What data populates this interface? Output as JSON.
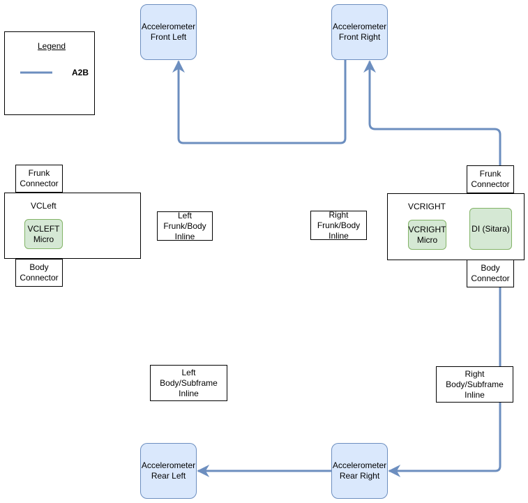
{
  "legend": {
    "title": "Legend",
    "line_label": "A2B",
    "line_color": "#6c8ebf"
  },
  "accelerometers": {
    "front_left": "Accelerometer\nFront Left",
    "front_right": "Accelerometer\nFront Right",
    "rear_left": "Accelerometer\nRear Left",
    "rear_right": "Accelerometer\nRear Right"
  },
  "vcleft": {
    "title": "VCLeft",
    "micro": "VCLEFT\nMicro",
    "frunk_connector": "Frunk\nConnector",
    "body_connector": "Body\nConnector"
  },
  "vcright": {
    "title": "VCRIGHT",
    "micro": "VCRIGHT\nMicro",
    "di": "DI (Sitara)",
    "frunk_connector": "Frunk\nConnector",
    "body_connector": "Body\nConnector"
  },
  "inlines": {
    "left_frunk_body": "Left\nFrunk/Body\nInline",
    "right_frunk_body": "Right\nFrunk/Body\nInline",
    "left_body_subframe": "Left\nBody/Subframe\nInline",
    "right_body_subframe": "Right\nBody/Subframe\nInline"
  }
}
